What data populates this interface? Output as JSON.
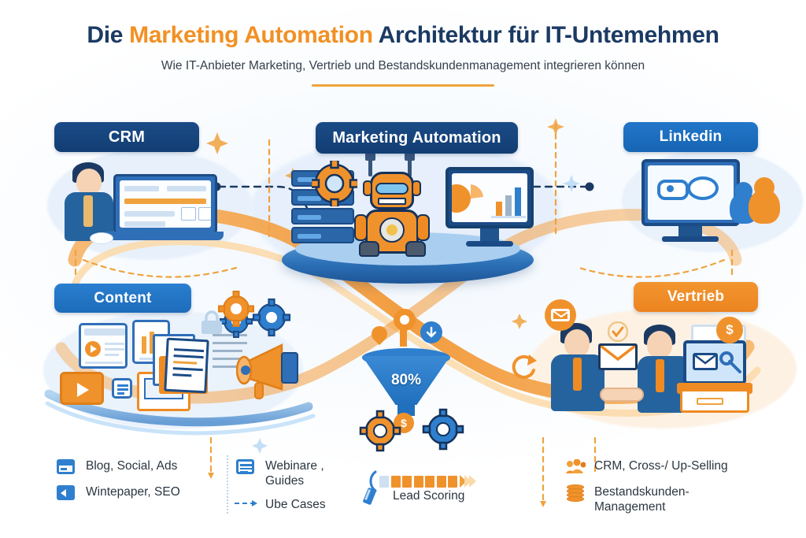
{
  "header": {
    "title_prefix": "Die ",
    "title_accent": "Marketing Automation",
    "title_suffix": " Architektur für IT-Untemehmen",
    "subtitle": "Wie IT-Anbieter Marketing, Vertrieb und Bestandskundenmanagement integrieren können"
  },
  "nodes": {
    "crm": "CRM",
    "marketing_automation": "Marketing Automation",
    "linkedin": "Linkedin",
    "content": "Content",
    "vertrieb": "Vertrieb"
  },
  "funnel": {
    "percent": "80%"
  },
  "legend": {
    "content": [
      {
        "icon": "window-icon",
        "label": "Blog, Social, Ads"
      },
      {
        "icon": "slide-icon",
        "label": "Wintepaper, SEO"
      }
    ],
    "webinar": [
      {
        "icon": "list-icon",
        "label": "Webinare ,\nGuides"
      },
      {
        "icon": "dashed-arrow-icon",
        "label": "Ube Cases"
      }
    ],
    "lead": [
      {
        "icon": "pen-icon",
        "label": "Lead Scoring"
      }
    ],
    "sales": [
      {
        "icon": "people-icon",
        "label": "CRM, Cross-/ Up-Selling"
      },
      {
        "icon": "database-icon",
        "label": "Bestandskunden-\nManagement"
      }
    ]
  },
  "colors": {
    "navy": "#1b4b86",
    "blue": "#2276c9",
    "orange": "#ef8b22",
    "orange_light": "#f0a23d",
    "title_navy": "#1b3a63",
    "background": "#ffffff"
  }
}
